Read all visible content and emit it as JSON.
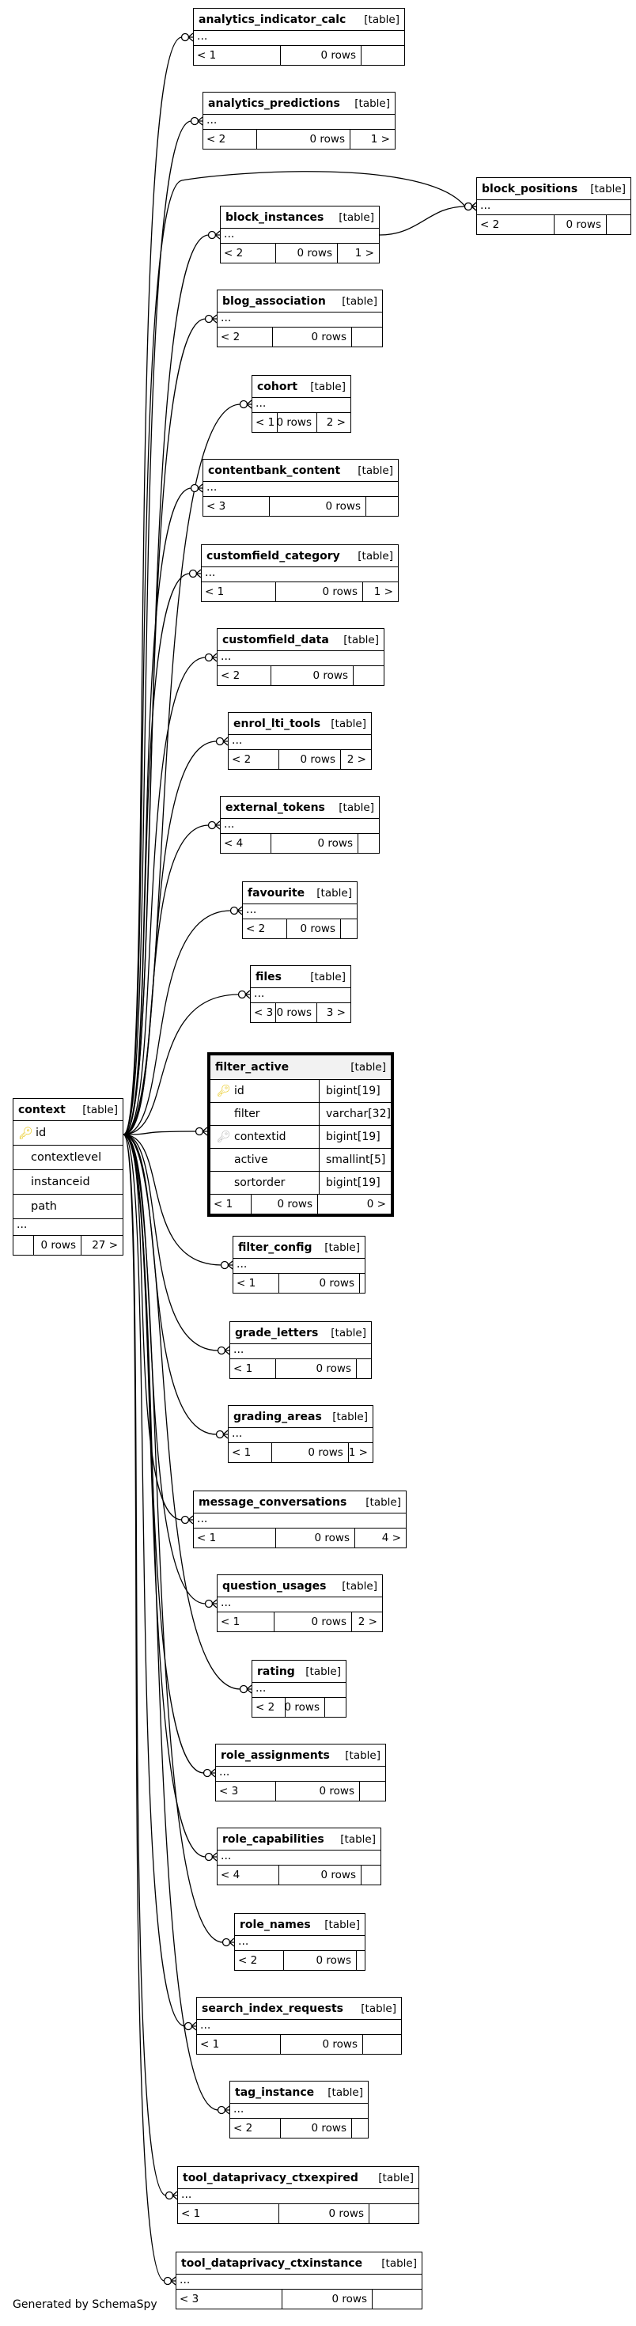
{
  "generator_note": "Generated by SchemaSpy",
  "kind_label": "[table]",
  "context_table": {
    "name": "context",
    "columns": [
      {
        "name": "id",
        "key": "pk"
      },
      {
        "name": "contextlevel",
        "key": ""
      },
      {
        "name": "instanceid",
        "key": ""
      },
      {
        "name": "path",
        "key": ""
      }
    ],
    "ellipsis": "...",
    "parents": "",
    "rows": "0 rows",
    "children": "27 >"
  },
  "focus_table": {
    "name": "filter_active",
    "columns": [
      {
        "name": "id",
        "type": "bigint[19]",
        "key": "pk"
      },
      {
        "name": "filter",
        "type": "varchar[32]",
        "key": ""
      },
      {
        "name": "contextid",
        "type": "bigint[19]",
        "key": "fk"
      },
      {
        "name": "active",
        "type": "smallint[5]",
        "key": ""
      },
      {
        "name": "sortorder",
        "type": "bigint[19]",
        "key": ""
      }
    ],
    "parents": "< 1",
    "rows": "0 rows",
    "children": "0 >"
  },
  "tables": [
    {
      "name": "analytics_indicator_calc",
      "parents": "< 1",
      "rows": "0 rows",
      "children": ""
    },
    {
      "name": "analytics_predictions",
      "parents": "< 2",
      "rows": "0 rows",
      "children": "1 >"
    },
    {
      "name": "block_instances",
      "parents": "< 2",
      "rows": "0 rows",
      "children": "1 >"
    },
    {
      "name": "block_positions",
      "parents": "< 2",
      "rows": "0 rows",
      "children": ""
    },
    {
      "name": "blog_association",
      "parents": "< 2",
      "rows": "0 rows",
      "children": ""
    },
    {
      "name": "cohort",
      "parents": "< 1",
      "rows": "0 rows",
      "children": "2 >"
    },
    {
      "name": "contentbank_content",
      "parents": "< 3",
      "rows": "0 rows",
      "children": ""
    },
    {
      "name": "customfield_category",
      "parents": "< 1",
      "rows": "0 rows",
      "children": "1 >"
    },
    {
      "name": "customfield_data",
      "parents": "< 2",
      "rows": "0 rows",
      "children": ""
    },
    {
      "name": "enrol_lti_tools",
      "parents": "< 2",
      "rows": "0 rows",
      "children": "2 >"
    },
    {
      "name": "external_tokens",
      "parents": "< 4",
      "rows": "0 rows",
      "children": ""
    },
    {
      "name": "favourite",
      "parents": "< 2",
      "rows": "0 rows",
      "children": ""
    },
    {
      "name": "files",
      "parents": "< 3",
      "rows": "0 rows",
      "children": "3 >"
    },
    {
      "name": "filter_config",
      "parents": "< 1",
      "rows": "0 rows",
      "children": ""
    },
    {
      "name": "grade_letters",
      "parents": "< 1",
      "rows": "0 rows",
      "children": ""
    },
    {
      "name": "grading_areas",
      "parents": "< 1",
      "rows": "0 rows",
      "children": "1 >"
    },
    {
      "name": "message_conversations",
      "parents": "< 1",
      "rows": "0 rows",
      "children": "4 >"
    },
    {
      "name": "question_usages",
      "parents": "< 1",
      "rows": "0 rows",
      "children": "2 >"
    },
    {
      "name": "rating",
      "parents": "< 2",
      "rows": "0 rows",
      "children": ""
    },
    {
      "name": "role_assignments",
      "parents": "< 3",
      "rows": "0 rows",
      "children": ""
    },
    {
      "name": "role_capabilities",
      "parents": "< 4",
      "rows": "0 rows",
      "children": ""
    },
    {
      "name": "role_names",
      "parents": "< 2",
      "rows": "0 rows",
      "children": ""
    },
    {
      "name": "search_index_requests",
      "parents": "< 1",
      "rows": "0 rows",
      "children": ""
    },
    {
      "name": "tag_instance",
      "parents": "< 2",
      "rows": "0 rows",
      "children": ""
    },
    {
      "name": "tool_dataprivacy_ctxexpired",
      "parents": "< 1",
      "rows": "0 rows",
      "children": ""
    },
    {
      "name": "tool_dataprivacy_ctxinstance",
      "parents": "< 3",
      "rows": "0 rows",
      "children": ""
    }
  ]
}
